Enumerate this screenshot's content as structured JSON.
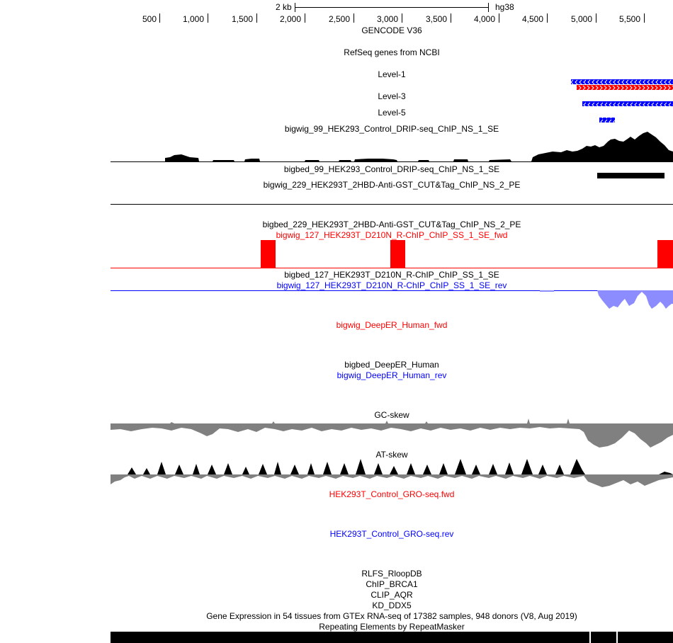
{
  "ruler": {
    "scale_label": "2 kb",
    "assembly": "hg38",
    "ticks": [
      "500",
      "1,000",
      "1,500",
      "2,000",
      "2,500",
      "3,000",
      "3,500",
      "4,000",
      "4,500",
      "5,000",
      "5,500"
    ]
  },
  "tracks": {
    "gencode": "GENCODE V36",
    "refseq": "RefSeq genes from NCBI",
    "level1": "Level-1",
    "level3": "Level-3",
    "level5": "Level-5",
    "bigwig_99": "bigwig_99_HEK293_Control_DRIP-seq_ChIP_NS_1_SE",
    "bigbed_99": "bigbed_99_HEK293_Control_DRIP-seq_ChIP_NS_1_SE",
    "bigwig_229": "bigwig_229_HEK293T_2HBD-Anti-GST_CUT&Tag_ChIP_NS_2_PE",
    "bigbed_229": "bigbed_229_HEK293T_2HBD-Anti-GST_CUT&Tag_ChIP_NS_2_PE",
    "bigwig_127_fwd": "bigwig_127_HEK293T_D210N_R-ChIP_ChIP_SS_1_SE_fwd",
    "bigbed_127": "bigbed_127_HEK293T_D210N_R-ChIP_ChIP_SS_1_SE",
    "bigwig_127_rev": "bigwig_127_HEK293T_D210N_R-ChIP_ChIP_SS_1_SE_rev",
    "deeper_fwd": "bigwig_DeepER_Human_fwd",
    "deeper_bed": "bigbed_DeepER_Human",
    "deeper_rev": "bigwig_DeepER_Human_rev",
    "gc_skew": "GC-skew",
    "at_skew": "AT-skew",
    "gro_fwd": "HEK293T_Control_GRO-seq.fwd",
    "gro_rev": "HEK293T_Control_GRO-seq.rev",
    "rlfs": "RLFS_RloopDB",
    "chip_brca1": "ChIP_BRCA1",
    "clip_aqr": "CLIP_AQR",
    "kd_ddx5": "KD_DDX5",
    "gtex": "Gene Expression in 54 tissues from GTEx RNA-seq of 17382 samples, 948 donors (V8, Aug 2019)",
    "repeatmasker": "Repeating Elements by RepeatMasker"
  },
  "colors": {
    "black": "#000000",
    "red": "#ff0000",
    "blue": "#0000ff",
    "skew_gray": "#808080",
    "rev_fill": "#8c8cff",
    "level1": "#0000ff",
    "level3": "#ff0000",
    "level5": "#0000ff"
  }
}
